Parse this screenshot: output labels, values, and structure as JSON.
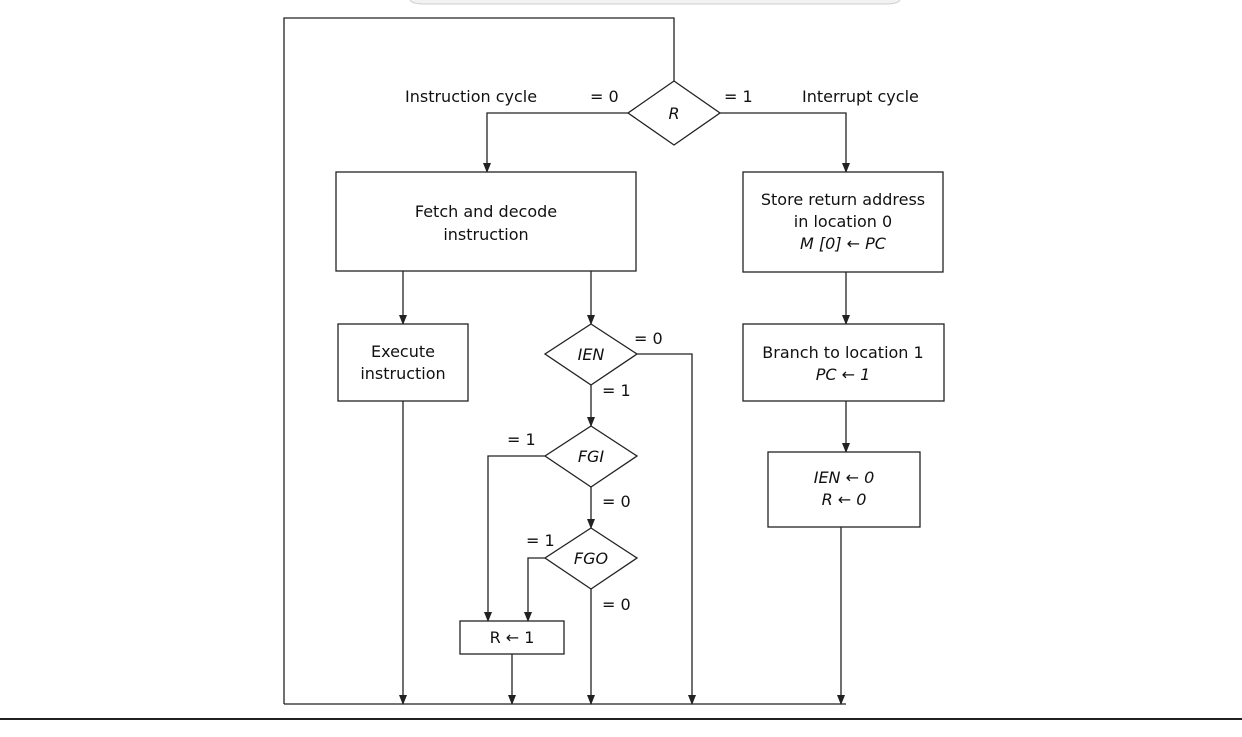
{
  "labels": {
    "instruction_cycle": "Instruction cycle",
    "interrupt_cycle": "Interrupt cycle"
  },
  "decisions": {
    "r": "R",
    "ien": "IEN",
    "fgi": "FGI",
    "fgo": "FGO"
  },
  "branches": {
    "r_zero": "= 0",
    "r_one": "= 1",
    "ien_zero": "= 0",
    "ien_one": "= 1",
    "fgi_one": "= 1",
    "fgi_zero": "= 0",
    "fgo_one": "= 1",
    "fgo_zero": "= 0"
  },
  "boxes": {
    "fetch": [
      "Fetch and decode",
      "instruction"
    ],
    "execute": [
      "Execute",
      "instruction"
    ],
    "set_r": "R ← 1",
    "store": [
      "Store return address",
      "in location 0",
      "M [0] ← PC"
    ],
    "branch": [
      "Branch to location 1",
      "PC ← 1"
    ],
    "clear": [
      "IEN ← 0",
      "R ← 0"
    ]
  }
}
